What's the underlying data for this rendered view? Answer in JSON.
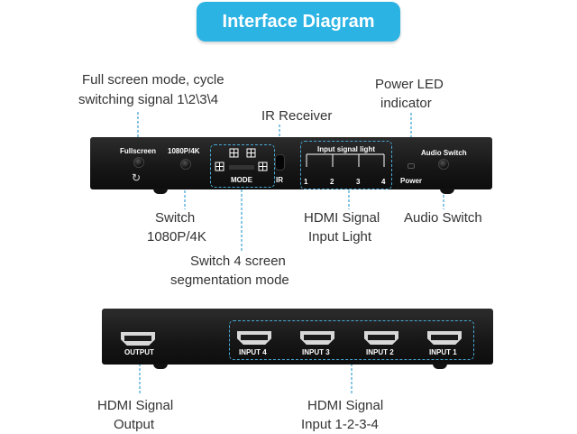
{
  "title": "Interface Diagram",
  "callouts": {
    "fullscreen_line1": "Full screen mode, cycle",
    "fullscreen_line2": "switching signal 1\\2\\3\\4",
    "ir_receiver": "IR Receiver",
    "power_led_line1": "Power LED",
    "power_led_line2": "indicator",
    "switch_res_line1": "Switch",
    "switch_res_line2": "1080P/4K",
    "hdmi_light_line1": "HDMI Signal",
    "hdmi_light_line2": "Input Light",
    "audio_switch": "Audio Switch",
    "seg_mode_line1": "Switch 4 screen",
    "seg_mode_line2": "segmentation mode",
    "hdmi_out_line1": "HDMI Signal",
    "hdmi_out_line2": "Output",
    "hdmi_in_line1": "HDMI Signal",
    "hdmi_in_line2": "Input 1-2-3-4"
  },
  "front_panel": {
    "fullscreen_label": "Fullscreen",
    "res_label": "1080P/4K",
    "mode_label": "MODE",
    "ir_label": "IR",
    "input_light_label": "Input signal light",
    "light_numbers": [
      "1",
      "2",
      "3",
      "4"
    ],
    "power_label": "Power",
    "audio_label": "Audio Switch"
  },
  "back_panel": {
    "output_label": "OUTPUT",
    "inputs": [
      "INPUT 4",
      "INPUT 3",
      "INPUT 2",
      "INPUT 1"
    ]
  },
  "colors": {
    "accent": "#2bb3e4",
    "dash": "#48a9d6",
    "device": "#161616"
  }
}
